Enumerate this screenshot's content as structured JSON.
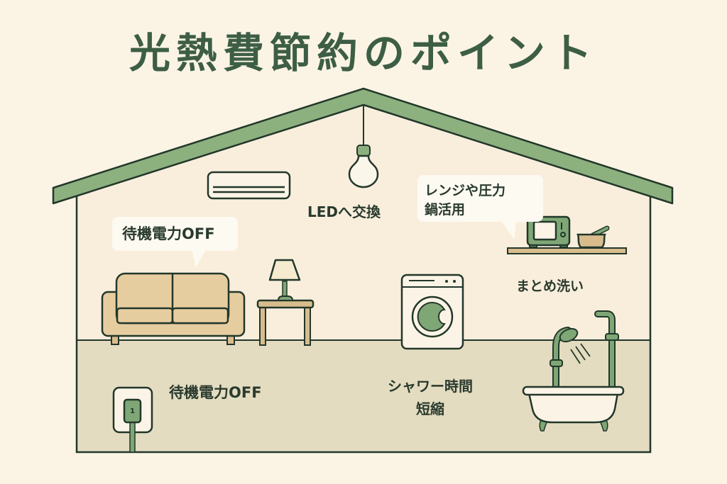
{
  "title": "光熱費節約のポイント",
  "labels": {
    "sofa_bubble": "待機電力OFF",
    "led": "LEDへ交換",
    "range_line1": "レンジや圧力",
    "range_line2": "鍋活用",
    "washing": "まとめ洗い",
    "standby_outlet": "待機電力OFF",
    "shower_line1": "シャワー時間",
    "shower_line2": "短縮"
  },
  "outlet_number": "1",
  "colors": {
    "background": "#fbf4e4",
    "title": "#3d5e45",
    "roof": "#8db07f",
    "wall": "#f9eedc",
    "floor": "#e4dcc0",
    "outline": "#22372a",
    "accent_green": "#7fa776",
    "furniture_tan": "#e6cd9f"
  }
}
